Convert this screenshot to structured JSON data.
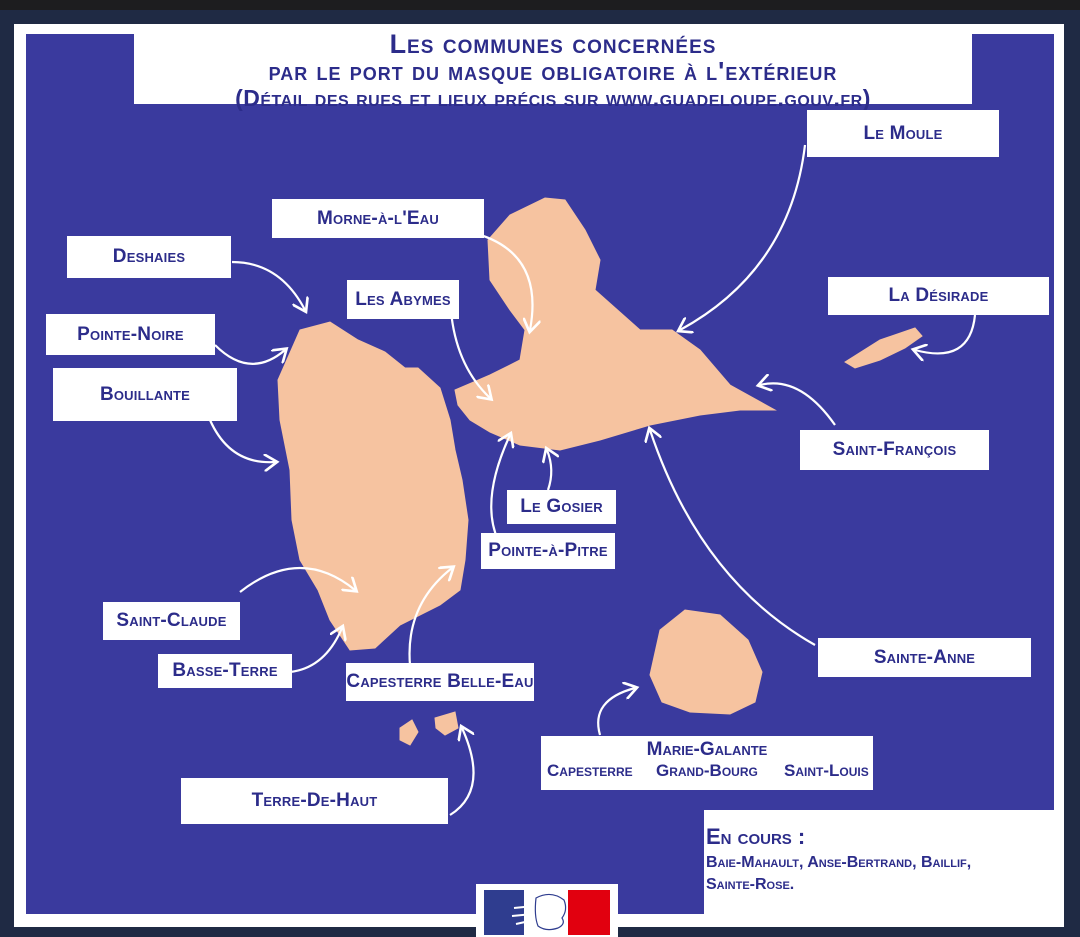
{
  "title": {
    "line1": "Les communes concernées",
    "line2": "par le port du masque obligatoire à l'extérieur",
    "line3": "(Détail des rues et lieux précis sur www.guadeloupe.gouv.fr)"
  },
  "communes": {
    "le_moule": "Le Moule",
    "morne_a_leau": "Morne-à-l'Eau",
    "deshaies": "Deshaies",
    "les_abymes": "Les Abymes",
    "la_desirade": "La Désirade",
    "pointe_noire": "Pointe-Noire",
    "bouillante": "Bouillante",
    "saint_francois": "Saint-François",
    "le_gosier": "Le Gosier",
    "pointe_a_pitre": "Pointe-à-Pitre",
    "saint_claude": "Saint-Claude",
    "sainte_anne": "Sainte-Anne",
    "basse_terre": "Basse-Terre",
    "capesterre_belle_eau": "Capesterre Belle-Eau",
    "terre_de_haut": "Terre-De-Haut"
  },
  "marie_galante": {
    "title": "Marie-Galante",
    "capesterre": "Capesterre",
    "grand_bourg": "Grand-Bourg",
    "saint_louis": "Saint-Louis"
  },
  "en_cours": {
    "heading": "En cours :",
    "line1": "Baie-Mahault, Anse-Bertrand, Baillif,",
    "line2": "Sainte-Rose."
  },
  "colors": {
    "sea": "#3a3a9e",
    "land": "#f6c3a0",
    "label_text": "#2c2c8a",
    "label_bg": "#ffffff"
  }
}
